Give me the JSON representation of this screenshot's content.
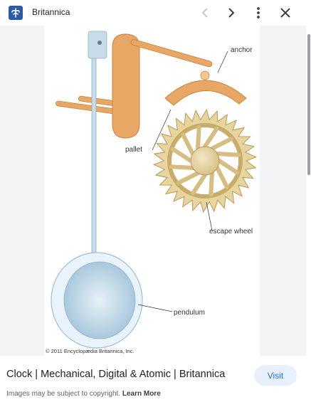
{
  "header": {
    "site_name": "Britannica",
    "icons": {
      "favicon": "britannica-thistle-icon",
      "prev": "chevron-left-icon",
      "next": "chevron-right-icon",
      "more": "more-vert-icon",
      "close": "close-icon"
    }
  },
  "image": {
    "labels": {
      "anchor": "anchor",
      "pallet": "pallet",
      "escape_wheel": "escape wheel",
      "pendulum": "pendulum"
    },
    "credit": "© 2011 Encyclopædia Britannica, Inc."
  },
  "result": {
    "title": "Clock | Mechanical, Digital & Atomic | Britannica",
    "visit_label": "Visit",
    "copyright_text": "Images may be subject to copyright.",
    "learn_more": "Learn More"
  },
  "colors": {
    "accent": "#1a73e8",
    "visit_bg": "#e8f0fe",
    "backdrop": "#f1f3f4"
  }
}
